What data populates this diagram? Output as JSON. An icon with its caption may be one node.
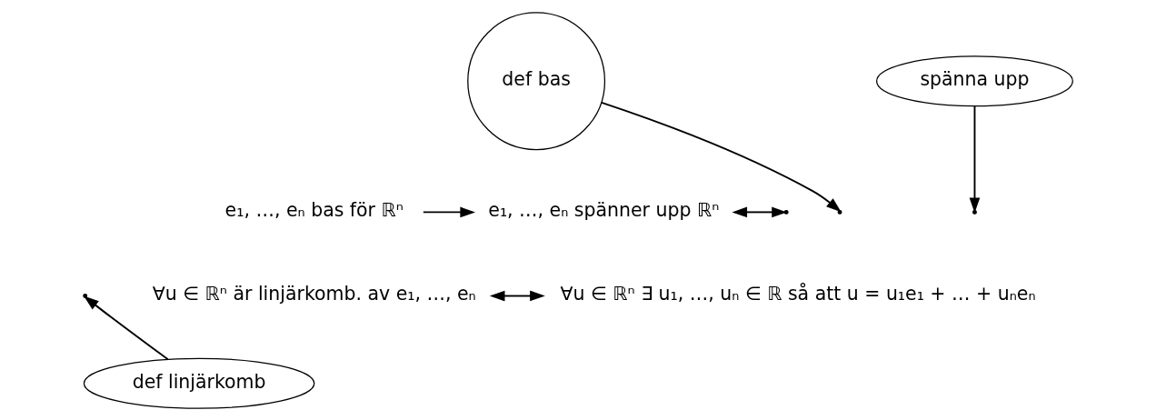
{
  "diagram": {
    "nodes": [
      {
        "text": [
          "e₁, …, eₙ bas för ℝⁿ"
        ]
      },
      {
        "text": [
          "e₁, …, eₙ spänner upp ℝⁿ"
        ]
      },
      {
        "text": [
          "def bas"
        ]
      },
      {
        "text": [
          "spänna upp"
        ]
      },
      {
        "text": [
          "∀u ∈ ℝⁿ är linjärkomb. av e₁, …, eₙ"
        ]
      },
      {
        "text": [
          "∀u ∈ ℝⁿ ∃ u₁, …, uₙ ∈ ℝ så att u = u₁e₁ + … + uₙeₙ"
        ]
      },
      {
        "text": [
          "def linjärkomb"
        ]
      }
    ],
    "edges": [
      {
        "from": 0,
        "to": 1,
        "arrow": "to"
      },
      {
        "from": 1,
        "to": null,
        "arrow": "both"
      },
      {
        "from": 4,
        "to": 5,
        "arrow": "both"
      },
      {
        "from": 2,
        "to": null,
        "arrow": "to"
      },
      {
        "from": 3,
        "to": null,
        "arrow": "to"
      },
      {
        "from": 6,
        "to": null,
        "arrow": "to"
      }
    ]
  }
}
